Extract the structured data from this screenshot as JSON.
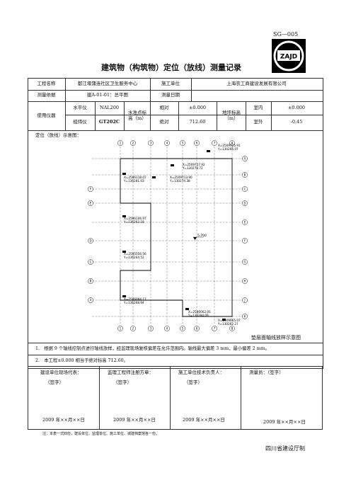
{
  "form_code": "SG—005",
  "logo_text": "ZAJD",
  "title": "建筑物（构筑物）定位（放线）测量记录",
  "row1": {
    "project_label": "工程名称",
    "project_value": "都江堰蒲连社区卫生服务中心",
    "contractor_label": "施工单位",
    "contractor_value": "上海农工商建设发展有限公司"
  },
  "row2": {
    "basis_label": "测量依据",
    "basis_value": "建A-01-01：总平图",
    "date_label": "测量日期",
    "date_value": ""
  },
  "instruments": {
    "label": "使用仪器",
    "level_label": "水平仪",
    "level_value": "NAL200",
    "theodolite_label": "经纬仪",
    "theodolite_value": "GT202C",
    "benchmark_label": "水准点标高（m）",
    "relative_label": "相对",
    "relative_value": "±0.000",
    "absolute_label": "绝对",
    "absolute_value": "712.60",
    "ground_label": "地坪标高（m）",
    "indoor_label": "室内",
    "indoor_value": "±0.000",
    "outdoor_label": "室外",
    "outdoor_value": "-0.45"
  },
  "diagram": {
    "section_label": "定位（放线）示意图：",
    "caption": "垫层面轴线放样示意图",
    "coord_labels": [
      "X=2509725.91",
      "Y=130266.07",
      "X=2509727.92",
      "Y=130278.72",
      "X=2586118.07",
      "Y=136281.03",
      "X=2509713.90",
      "Y=130274.38",
      "X=2586106.97",
      "Y=136263.18",
      "X=2585556.56",
      "Y=136264.52",
      "X=2586084.17",
      "Y=136268.94",
      "X=2586062.05",
      "Y=136284.09",
      "X=2509665.07",
      "Y=130262.27"
    ],
    "elevation_mark": "5.700",
    "axis_top": [
      "1",
      "2",
      "3",
      "4",
      "5",
      "6",
      "7",
      "8"
    ],
    "axis_right": [
      "A",
      "B",
      "C",
      "D",
      "E",
      "F",
      "G",
      "H",
      "J",
      "K"
    ],
    "axis_left": [
      "F",
      "E",
      "D",
      "C",
      "B",
      "A"
    ],
    "axis_bottom": [
      "1",
      "2",
      "3",
      "4",
      "5",
      "6",
      "7",
      "8"
    ]
  },
  "notes": [
    "1.　根据 9 个轴线控制点进行轴线放样，经监理现场复核偏差在允许范围内。轴线最大偏差 3 mm，最小偏差 2 mm。",
    "2.　本工程±0.000 相当于绝对标高 712.60。"
  ],
  "signatures": [
    {
      "role": "建设单位现场代表：",
      "sign": "（签字）",
      "date": "2009 年××月××日"
    },
    {
      "role": "监理工程师注册方章：",
      "sign": "（签字）",
      "date": "2009 年××月××日"
    },
    {
      "role": "施工单位技术负责人：",
      "sign": "（签字）",
      "date": "2009 年××月××日"
    },
    {
      "role": "测量员：（签字）",
      "sign": "",
      "date": "2009 年××月××日"
    }
  ],
  "footnote": "注：本表一式四份，建设单位、监理单位、施工单位、城建档案馆各一份。",
  "issuer": "四川省建设厅制"
}
